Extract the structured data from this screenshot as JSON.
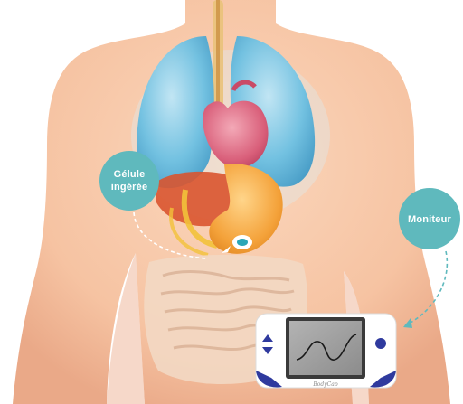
{
  "labels": {
    "capsule_line1": "Gélule",
    "capsule_line2": "ingérée",
    "monitor": "Moniteur",
    "brand": "BodyCap"
  },
  "colors": {
    "skin": "#f6c3a2",
    "skin_shade": "#e8a886",
    "lungs": "#5bb6dc",
    "heart": "#d95f7a",
    "stomach": "#f4a23a",
    "liver": "#d9542f",
    "intestine": "#f3d9c4",
    "callout_teal": "#5fb9bd",
    "monitor_accent": "#2f3a9e",
    "screen": "#9a9a9a"
  },
  "icons": {
    "capsule": "capsule-icon",
    "monitor_up": "arrow-up-icon",
    "monitor_down": "arrow-down-icon",
    "monitor_button": "round-button-icon",
    "signal_curve": "sine-wave-icon"
  }
}
